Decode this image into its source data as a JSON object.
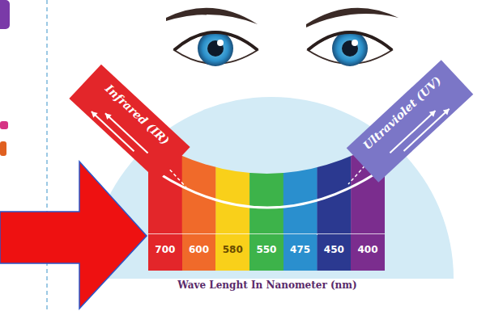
{
  "diagram": {
    "caption": "Wave Lenght In Nanometer (nm)",
    "nodes": [
      {
        "text": [
          "Infrared (IR)"
        ]
      },
      {
        "text": [
          "Ultraviolet (UV)"
        ]
      },
      {
        "text": [
          "700"
        ]
      },
      {
        "text": [
          "600"
        ]
      },
      {
        "text": [
          "580"
        ]
      },
      {
        "text": [
          "550"
        ]
      },
      {
        "text": [
          "475"
        ]
      },
      {
        "text": [
          "450"
        ]
      },
      {
        "text": [
          "400"
        ]
      }
    ]
  }
}
